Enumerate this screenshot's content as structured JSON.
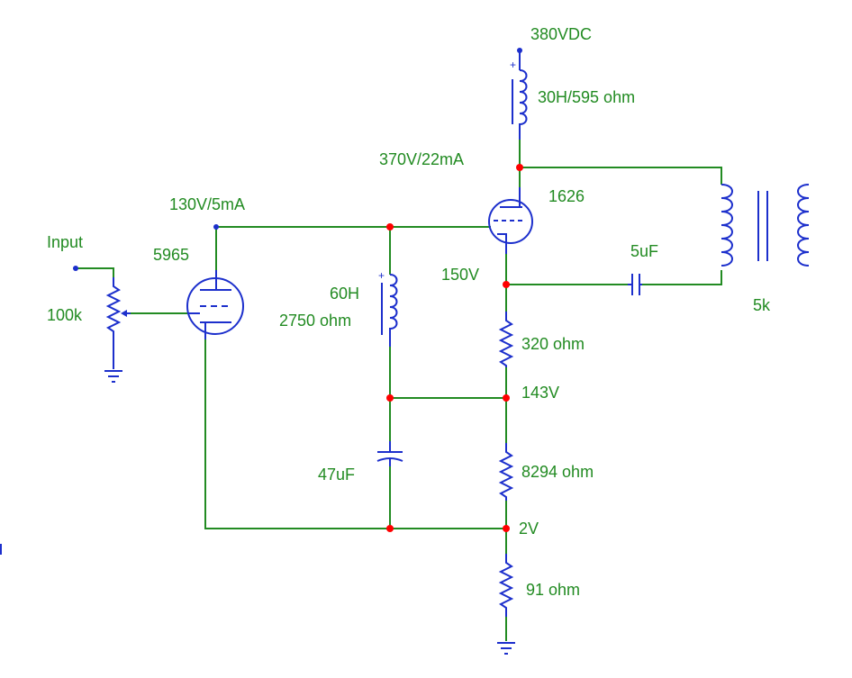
{
  "colors": {
    "wire": "#228b22",
    "component": "#1c2fcc",
    "junction": "#ff0000",
    "label": "#228b22"
  },
  "labels": {
    "supply_voltage": "380VDC",
    "choke_value": "30H/595 ohm",
    "output_anode": "370V/22mA",
    "output_tube": "1626",
    "driver_anode": "130V/5mA",
    "input": "Input",
    "driver_tube": "5965",
    "input_pot": "100k",
    "anode_choke_l": "60H",
    "anode_choke_r": "2750 ohm",
    "output_cathode": "150V",
    "coupling_cap": "5uF",
    "output_transformer": "5k",
    "r1": "320 ohm",
    "mid_node": "143V",
    "r2": "8294 ohm",
    "bypass_cap": "47uF",
    "bottom_node": "2V",
    "r3": "91 ohm"
  }
}
